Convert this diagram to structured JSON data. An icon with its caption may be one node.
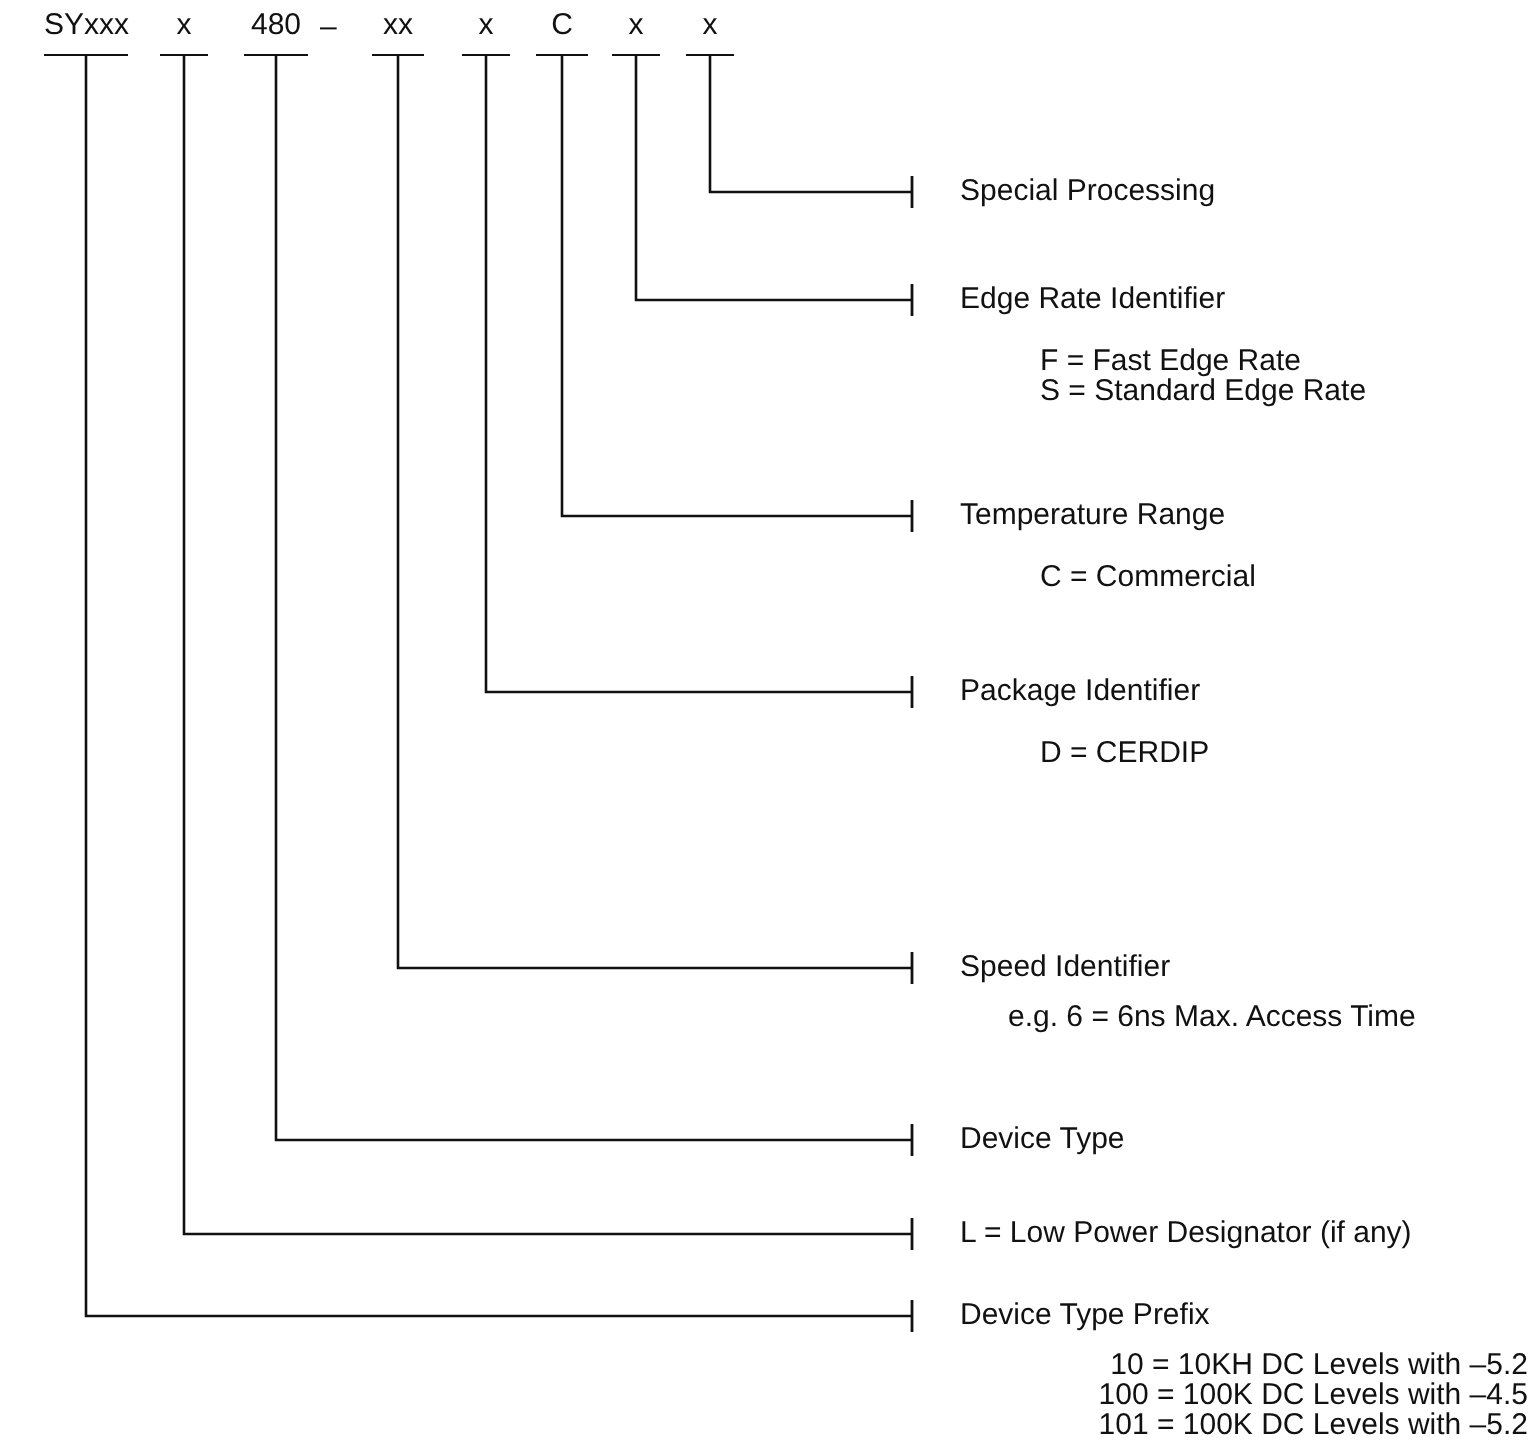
{
  "diagram": {
    "nodes": [
      {
        "text": [
          "SYxxx"
        ]
      },
      {
        "text": [
          "x"
        ]
      },
      {
        "text": [
          "480"
        ]
      },
      {
        "text": [
          "xx"
        ]
      },
      {
        "text": [
          "x"
        ]
      },
      {
        "text": [
          "C"
        ]
      },
      {
        "text": [
          "x"
        ]
      },
      {
        "text": [
          "x"
        ]
      },
      {
        "text": [
          "Special Processing"
        ]
      },
      {
        "text": [
          "Edge Rate Identifier",
          "F = Fast Edge Rate",
          "S = Standard Edge Rate"
        ]
      },
      {
        "text": [
          "Temperature Range",
          "C = Commercial"
        ]
      },
      {
        "text": [
          "Package Identifier",
          "D = CERDIP"
        ]
      },
      {
        "text": [
          "Speed Identifier",
          "e.g. 6 = 6ns Max. Access Time"
        ]
      },
      {
        "text": [
          "Device Type"
        ]
      },
      {
        "text": [
          "L = Low Power Designator (if any)"
        ]
      },
      {
        "text": [
          "Device Type Prefix",
          "10 = 10KH DC Levels with –5.2",
          "100 = 100K DC Levels with –4.5",
          "101 = 100K DC Levels with –5.2"
        ]
      }
    ],
    "edges": [
      {
        "from": 7,
        "to": 8,
        "arrow": "other"
      },
      {
        "from": 6,
        "to": 9,
        "arrow": "other"
      },
      {
        "from": 5,
        "to": 10,
        "arrow": "other"
      },
      {
        "from": 4,
        "to": 11,
        "arrow": "other"
      },
      {
        "from": 3,
        "to": 12,
        "arrow": "other"
      },
      {
        "from": 2,
        "to": 13,
        "arrow": "other"
      },
      {
        "from": 1,
        "to": 14,
        "arrow": "other"
      },
      {
        "from": 0,
        "to": 15,
        "arrow": "other"
      }
    ],
    "labels": [
      "–"
    ]
  }
}
